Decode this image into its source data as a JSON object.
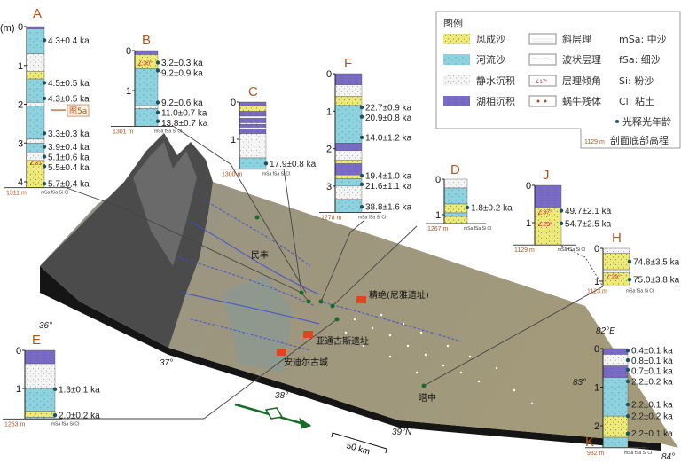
{
  "unit_label": "(m)",
  "grain_axis": [
    "mSa",
    "fSa",
    "Si",
    "Cl"
  ],
  "colors": {
    "aeolian": "#eeeb74",
    "fluvial": "#8fd2df",
    "still": "#f2f2f2",
    "lake": "#7a6cc4",
    "elev": "#b0561e"
  },
  "columns": [
    {
      "id": "A",
      "elevation": "1311 m",
      "ticks": [
        "0",
        "1",
        "2",
        "3",
        "4"
      ],
      "bottom": 4.15,
      "layers": [
        [
          0,
          0.06,
          "lake"
        ],
        [
          0.06,
          0.7,
          "fluvial"
        ],
        [
          0.7,
          1.15,
          "still"
        ],
        [
          1.15,
          1.35,
          "aeolian"
        ],
        [
          1.35,
          1.95,
          "fluvial"
        ],
        [
          1.95,
          2.05,
          "still"
        ],
        [
          2.05,
          2.9,
          "fluvial"
        ],
        [
          2.9,
          3.0,
          "still"
        ],
        [
          3.0,
          3.25,
          "fluvial"
        ],
        [
          3.25,
          3.45,
          "still"
        ],
        [
          3.45,
          4.15,
          "aeolian"
        ]
      ],
      "ages": [
        [
          0.35,
          "4.3±0.4 ka"
        ],
        [
          1.45,
          "4.5±0.5 ka"
        ],
        [
          1.85,
          "4.3±0.5 ka"
        ],
        [
          2.75,
          "3.3±0.3 ka"
        ],
        [
          3.1,
          "3.9±0.4 ka"
        ],
        [
          3.35,
          "5.1±0.6 ka"
        ],
        [
          3.6,
          "5.5±0.4 ka"
        ],
        [
          4.05,
          "5.7±0.4 ka"
        ]
      ],
      "angles": [
        [
          3.5,
          "∠31°"
        ]
      ],
      "callout": "图5a"
    },
    {
      "id": "B",
      "elevation": "1301 m",
      "ticks": [
        "0",
        "1"
      ],
      "bottom": 1.9,
      "layers": [
        [
          0,
          0.1,
          "lake"
        ],
        [
          0.1,
          0.45,
          "aeolian"
        ],
        [
          0.45,
          1.38,
          "fluvial"
        ],
        [
          1.38,
          1.45,
          "still"
        ],
        [
          1.45,
          1.9,
          "fluvial"
        ]
      ],
      "ages": [
        [
          0.3,
          "3.2±0.3 ka"
        ],
        [
          0.5,
          "9.2±0.9 ka"
        ],
        [
          1.3,
          "9.2±0.6 ka"
        ],
        [
          1.55,
          "11.0±0.7 ka"
        ],
        [
          1.77,
          "13.8±0.7 ka"
        ]
      ],
      "angles": [
        [
          0.3,
          "∠30°"
        ]
      ]
    },
    {
      "id": "C",
      "elevation": "1300 m",
      "ticks": [
        "0",
        "1"
      ],
      "bottom": 1.8,
      "layers": [
        [
          0,
          0.1,
          "lake"
        ],
        [
          0.1,
          0.25,
          "aeolian"
        ],
        [
          0.25,
          0.38,
          "lake"
        ],
        [
          0.38,
          0.44,
          "still"
        ],
        [
          0.44,
          0.56,
          "lake"
        ],
        [
          0.56,
          0.6,
          "still"
        ],
        [
          0.6,
          0.68,
          "lake"
        ],
        [
          0.68,
          0.72,
          "still"
        ],
        [
          0.72,
          0.85,
          "lake"
        ],
        [
          0.85,
          1.5,
          "still"
        ],
        [
          1.5,
          1.8,
          "fluvial"
        ]
      ],
      "ages": [
        [
          1.65,
          "17.9±0.8 ka"
        ]
      ],
      "angles": []
    },
    {
      "id": "F",
      "elevation": "1278 m",
      "ticks": [
        "0",
        "1",
        "2",
        "3"
      ],
      "bottom": 3.7,
      "layers": [
        [
          0,
          0.3,
          "lake"
        ],
        [
          0.3,
          0.6,
          "still"
        ],
        [
          0.6,
          0.85,
          "aeolian"
        ],
        [
          0.85,
          1.85,
          "fluvial"
        ],
        [
          1.85,
          2.05,
          "lake"
        ],
        [
          2.05,
          2.3,
          "still"
        ],
        [
          2.3,
          2.4,
          "aeolian"
        ],
        [
          2.4,
          2.7,
          "lake"
        ],
        [
          2.7,
          2.8,
          "aeolian"
        ],
        [
          2.8,
          3.0,
          "fluvial"
        ],
        [
          3.0,
          3.35,
          "still"
        ],
        [
          3.35,
          3.7,
          "fluvial"
        ]
      ],
      "ages": [
        [
          0.9,
          "22.7±0.9 ka"
        ],
        [
          1.15,
          "20.9±0.8 ka"
        ],
        [
          1.7,
          "14.0±1.2 ka"
        ],
        [
          2.72,
          "19.4±1.0 ka"
        ],
        [
          2.95,
          "21.6±1.1 ka"
        ],
        [
          3.55,
          "38.8±1.6 ka"
        ]
      ],
      "angles": []
    },
    {
      "id": "D",
      "elevation": "1267 m",
      "ticks": [
        "0",
        "1"
      ],
      "bottom": 1.25,
      "layers": [
        [
          0,
          0.25,
          "still"
        ],
        [
          0.25,
          0.7,
          "fluvial"
        ],
        [
          0.7,
          0.95,
          "aeolian"
        ],
        [
          0.95,
          1.05,
          "fluvial"
        ],
        [
          1.05,
          1.25,
          "aeolian"
        ]
      ],
      "ages": [
        [
          0.8,
          "1.8±0.2 ka"
        ]
      ],
      "angles": []
    },
    {
      "id": "J",
      "elevation": "1129 m",
      "ticks": [
        "0",
        "1"
      ],
      "bottom": 1.6,
      "layers": [
        [
          0,
          0.6,
          "lake"
        ],
        [
          0.6,
          1.6,
          "aeolian"
        ]
      ],
      "ages": [
        [
          0.68,
          "49.7±2.1 ka"
        ],
        [
          1.02,
          "54.7±2.5 ka"
        ]
      ],
      "angles": [
        [
          0.7,
          "∠37°"
        ],
        [
          1.02,
          "∠29°"
        ]
      ]
    },
    {
      "id": "H",
      "elevation": "1123 m",
      "ticks": [
        "0",
        "1"
      ],
      "bottom": 1.15,
      "layers": [
        [
          0,
          0.15,
          "still"
        ],
        [
          0.15,
          0.65,
          "aeolian"
        ],
        [
          0.65,
          0.75,
          "still"
        ],
        [
          0.75,
          1.15,
          "aeolian"
        ]
      ],
      "ages": [
        [
          0.4,
          "74.8±3.5 ka"
        ],
        [
          0.95,
          "75.0±3.8 ka"
        ]
      ],
      "angles": [
        [
          0.85,
          "∠29°"
        ]
      ]
    },
    {
      "id": "E",
      "elevation": "1263 m",
      "ticks": [
        "0",
        "1"
      ],
      "bottom": 1.8,
      "layers": [
        [
          0,
          0.35,
          "lake"
        ],
        [
          0.35,
          1.0,
          "still"
        ],
        [
          1.0,
          1.6,
          "fluvial"
        ],
        [
          1.6,
          1.75,
          "aeolian"
        ],
        [
          1.75,
          1.8,
          "fluvial"
        ]
      ],
      "ages": [
        [
          1.02,
          "1.3±0.1 ka"
        ],
        [
          1.7,
          "2.0±0.2 ka"
        ]
      ],
      "angles": []
    },
    {
      "id": "K",
      "elevation": "932 m",
      "ticks": [
        "0",
        "1",
        "2"
      ],
      "bottom": 2.57,
      "layers": [
        [
          0,
          0.15,
          "lake"
        ],
        [
          0.15,
          0.45,
          "still"
        ],
        [
          0.45,
          0.75,
          "lake"
        ],
        [
          0.75,
          1.75,
          "fluvial"
        ],
        [
          1.75,
          2.3,
          "aeolian"
        ],
        [
          2.3,
          2.57,
          "fluvial"
        ]
      ],
      "ages": [
        [
          0.05,
          "0.4±0.1 ka"
        ],
        [
          0.3,
          "0.8±0.1 ka"
        ],
        [
          0.55,
          "0.7±0.1 ka"
        ],
        [
          0.85,
          "2.2±0.2 ka"
        ],
        [
          1.45,
          "2.2±0.1 ka"
        ],
        [
          1.75,
          "2.2±0.2 ka"
        ],
        [
          2.2,
          "2.2±0.1 ka"
        ]
      ],
      "angles": []
    }
  ],
  "legend": {
    "title": "图例",
    "sediments": [
      "风成沙",
      "河流沙",
      "静水沉积",
      "湖相沉积"
    ],
    "structures": [
      "斜层理",
      "波状层理",
      "层理倾角",
      "蜗牛残体"
    ],
    "structure_angle_sample": "∠17°",
    "grain": [
      "mSa: 中沙",
      "fSa: 细沙",
      "Si: 粉沙",
      "Cl: 粘土"
    ],
    "osl": "光释光年龄",
    "elev_sample": "1129 m",
    "elev_label": "剖面底部高程"
  },
  "map": {
    "places": [
      "民丰",
      "精绝(尼雅遗址)",
      "亚通古斯遗址",
      "安迪尔古城",
      "塔中"
    ],
    "lat_ticks": [
      "36°",
      "37°",
      "38°",
      "39°N"
    ],
    "lon_ticks": [
      "82°E",
      "83°",
      "84°"
    ],
    "scale": "50 km"
  }
}
